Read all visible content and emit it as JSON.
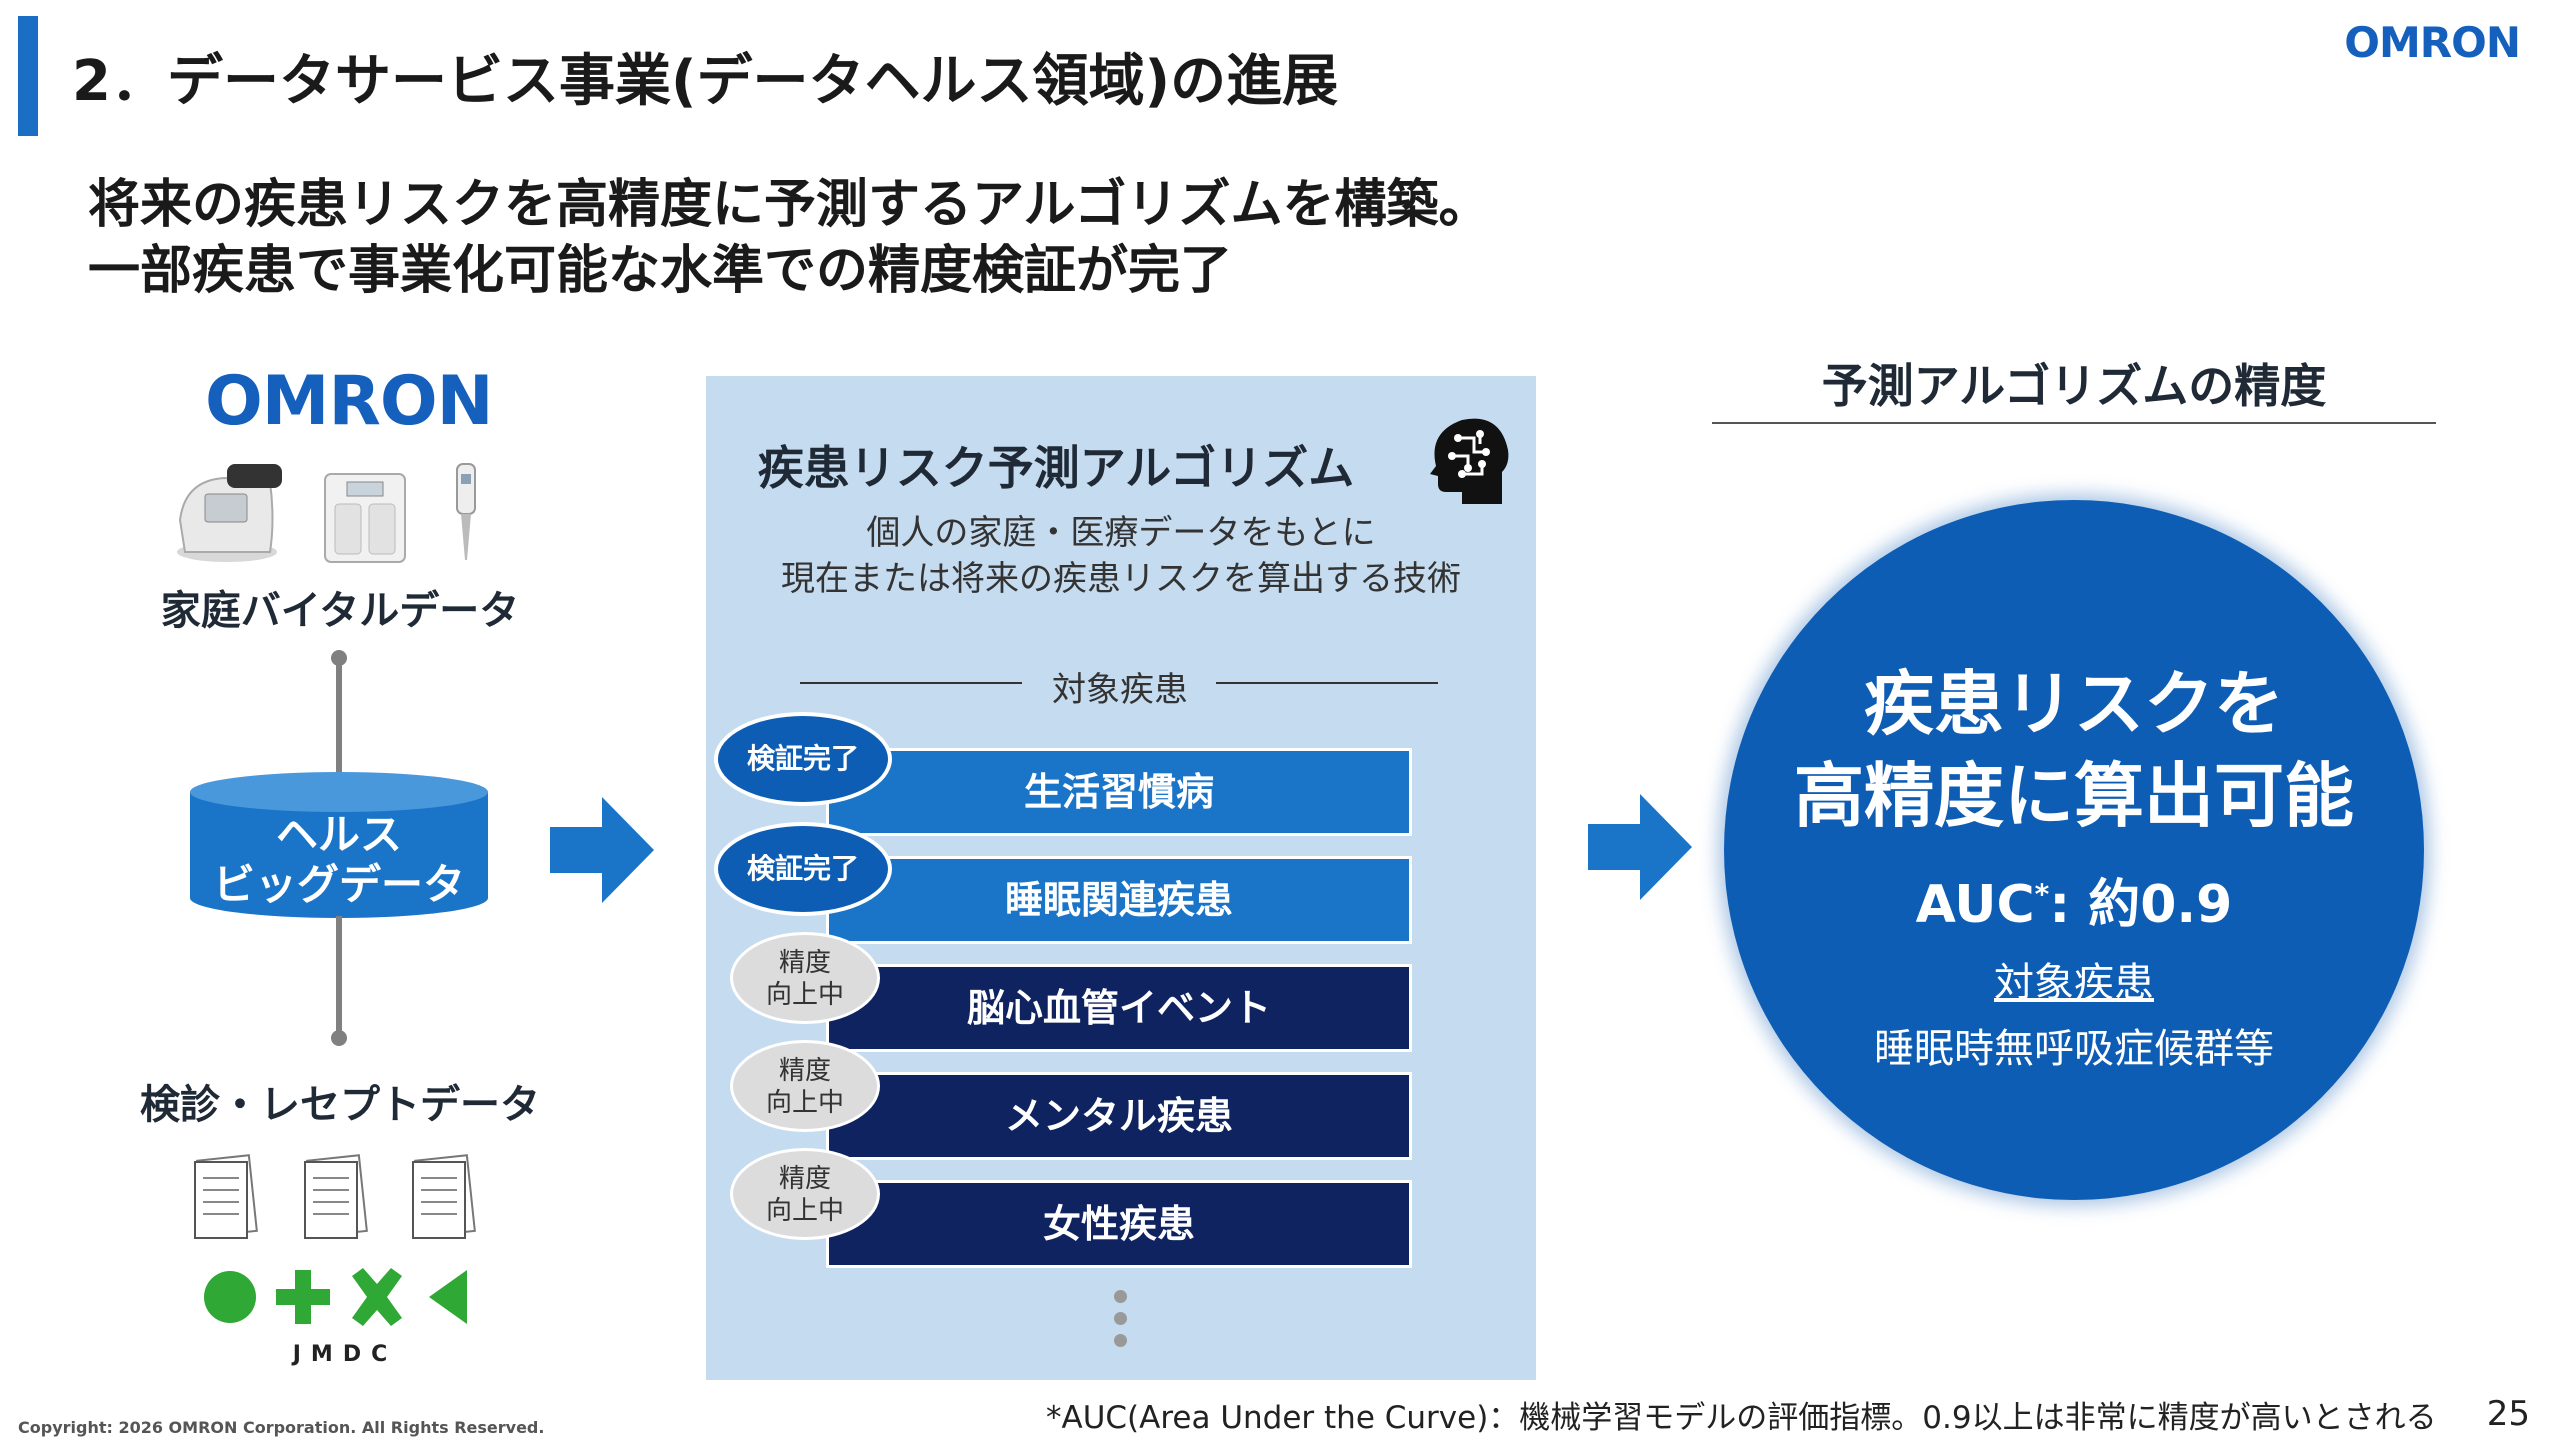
{
  "header": {
    "title": "2．データサービス事業(データヘルス領域)の進展",
    "logo": "OMRON"
  },
  "headline": {
    "line1": "将来の疾患リスクを高精度に予測するアルゴリズムを構築。",
    "line2": "一部疾患で事業化可能な水準での精度検証が完了"
  },
  "left": {
    "logo": "OMRON",
    "home_vital_label": "家庭バイタルデータ",
    "big_data_line1": "ヘルス",
    "big_data_line2": "ビッグデータ",
    "exam_label": "検診・レセプトデータ",
    "jmdc_label": "JMDC"
  },
  "algorithm": {
    "title": "疾患リスク予測アルゴリズム",
    "desc_line1": "個人の家庭・医療データをもとに",
    "desc_line2": "現在または将来の疾患リスクを算出する技術",
    "target_label": "対象疾患",
    "diseases": [
      {
        "name": "生活習慣病",
        "status_line1": "検証完了",
        "status_line2": ""
      },
      {
        "name": "睡眠関連疾患",
        "status_line1": "検証完了",
        "status_line2": ""
      },
      {
        "name": "脳心血管イベント",
        "status_line1": "精度",
        "status_line2": "向上中"
      },
      {
        "name": "メンタル疾患",
        "status_line1": "精度",
        "status_line2": "向上中"
      },
      {
        "name": "女性疾患",
        "status_line1": "精度",
        "status_line2": "向上中"
      }
    ]
  },
  "accuracy": {
    "title": "予測アルゴリズムの精度",
    "main_line1": "疾患リスクを",
    "main_line2": "高精度に算出可能",
    "auc_label": "AUC",
    "auc_mark": "*",
    "auc_value": ": 約0.9",
    "target_label": "対象疾患",
    "target_disease": "睡眠時無呼吸症候群等"
  },
  "footer": {
    "footnote": "*AUC(Area Under the Curve)：機械学習モデルの評価指標。0.9以上は非常に精度が高いとされる",
    "copyright": "Copyright: 2026 OMRON Corporation. All Rights Reserved.",
    "page_number": "25"
  },
  "colors": {
    "accent_blue": "#1a75c9",
    "deep_blue": "#0e5db4",
    "navy": "#0f2360",
    "panel_bg": "#c5dbef",
    "jmdc_green": "#2fa836"
  }
}
